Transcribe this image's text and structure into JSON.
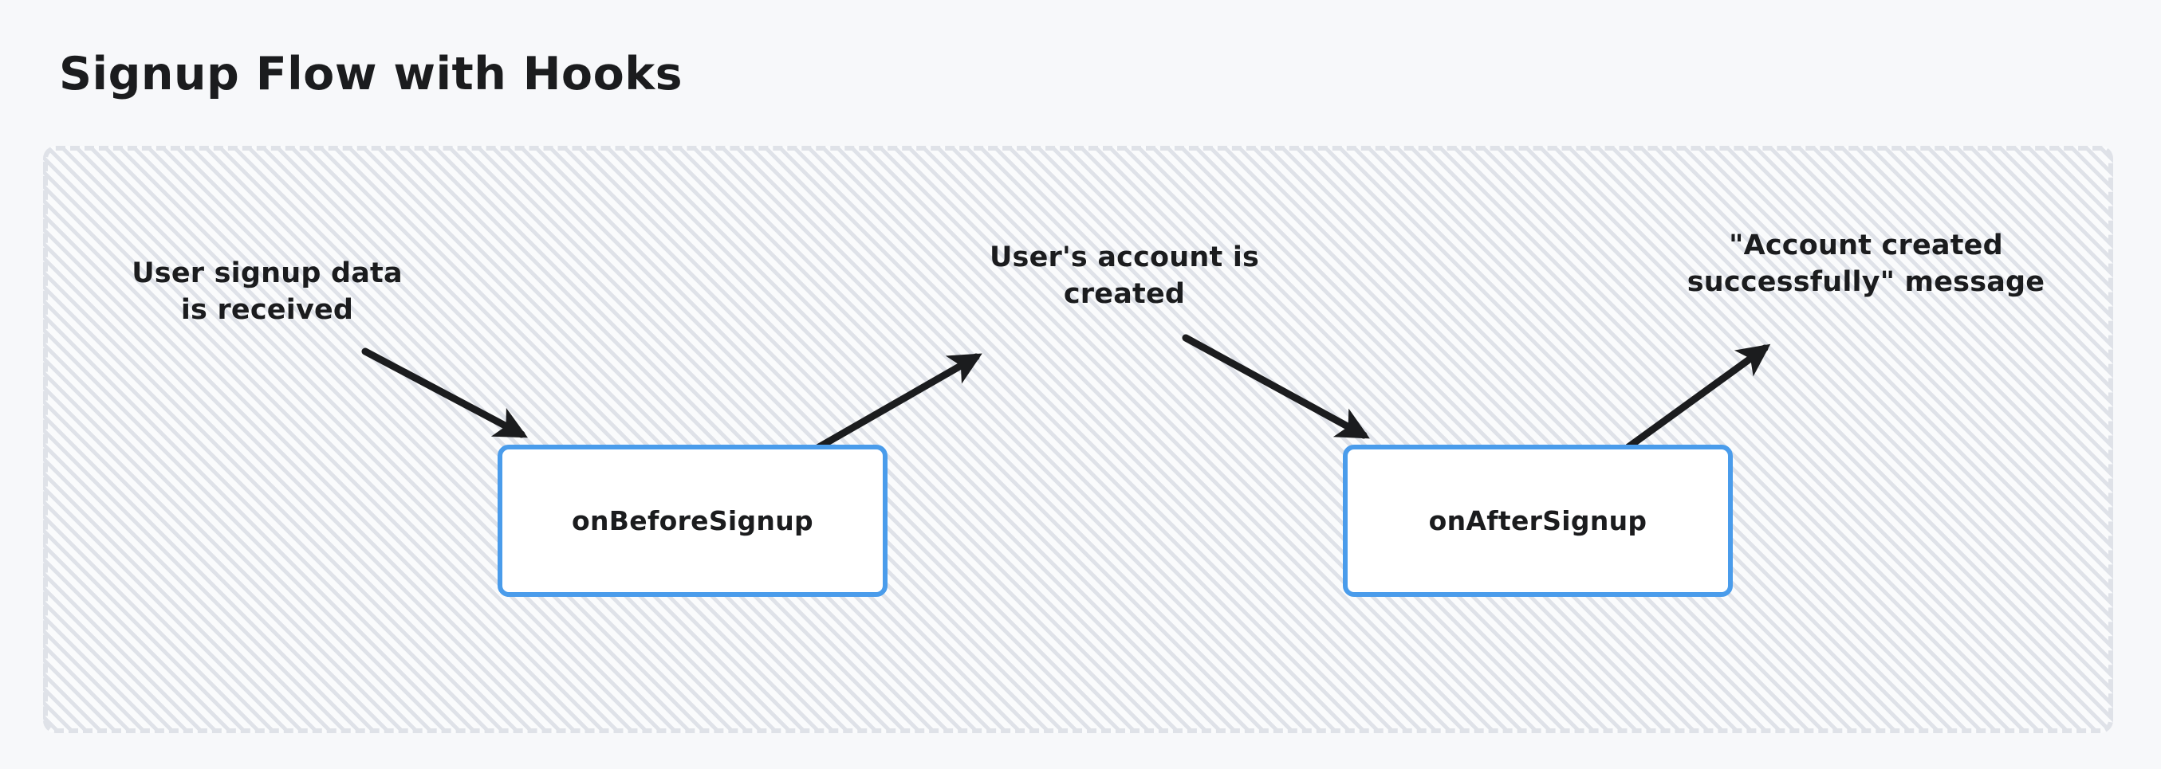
{
  "title": "Signup Flow with Hooks",
  "colors": {
    "page_background": "#f7f8fa",
    "canvas_background": "#fafbfc",
    "canvas_border": "#dfe2e8",
    "box_border": "#4a9ceb",
    "box_fill": "#ffffff",
    "text": "#1b1c1e",
    "arrow": "#1b1c1e"
  },
  "diagram": {
    "nodes": [
      {
        "id": "onBeforeSignup",
        "label": "onBeforeSignup"
      },
      {
        "id": "onAfterSignup",
        "label": "onAfterSignup"
      }
    ],
    "annotations": [
      {
        "id": "signup-data",
        "text": "User signup data\nis received"
      },
      {
        "id": "account-created",
        "text": "User's account is\ncreated"
      },
      {
        "id": "success-message",
        "text": "\"Account created\nsuccessfully\" message"
      }
    ],
    "arrows": [
      {
        "id": "arrow-input-to-before",
        "from": "signup-data",
        "to": "onBeforeSignup",
        "direction": "down-right"
      },
      {
        "id": "arrow-before-to-account",
        "from": "onBeforeSignup",
        "to": "account-created",
        "direction": "up-right"
      },
      {
        "id": "arrow-account-to-after",
        "from": "account-created",
        "to": "onAfterSignup",
        "direction": "down-right"
      },
      {
        "id": "arrow-after-to-message",
        "from": "onAfterSignup",
        "to": "success-message",
        "direction": "up-right"
      }
    ]
  }
}
